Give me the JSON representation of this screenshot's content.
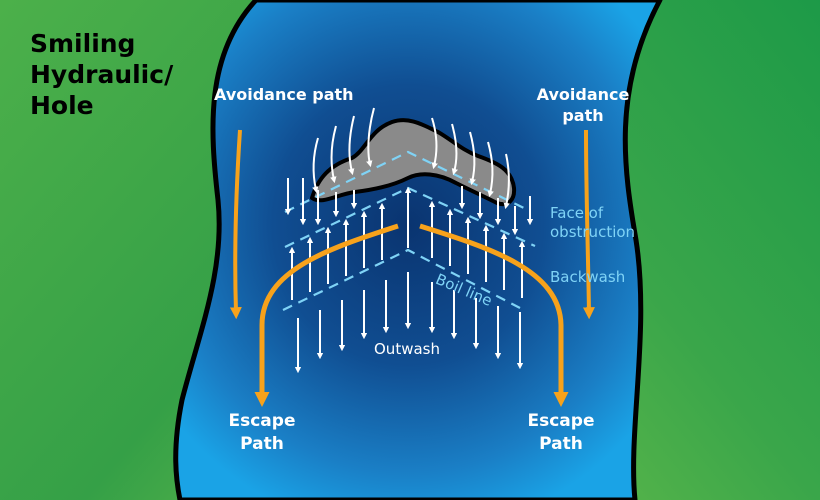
{
  "title": "Smiling Hydraulic/ Hole",
  "labels": {
    "avoidance_left": "Avoidance path",
    "avoidance_right": "Avoidance path",
    "face": "Face of obstruction",
    "backwash": "Backwash",
    "boil_line": "Boil line",
    "outwash": "Outwash",
    "escape_left": "Escape Path",
    "escape_right": "Escape Path"
  },
  "colors": {
    "bank": "#3aa14a",
    "water_light": "#1aa3e6",
    "water_dark": "#0a3470",
    "rock": "#8a8a8a",
    "path": "#f7a21b",
    "dashed_line": "#7fd3f6",
    "arrow": "#ffffff"
  }
}
